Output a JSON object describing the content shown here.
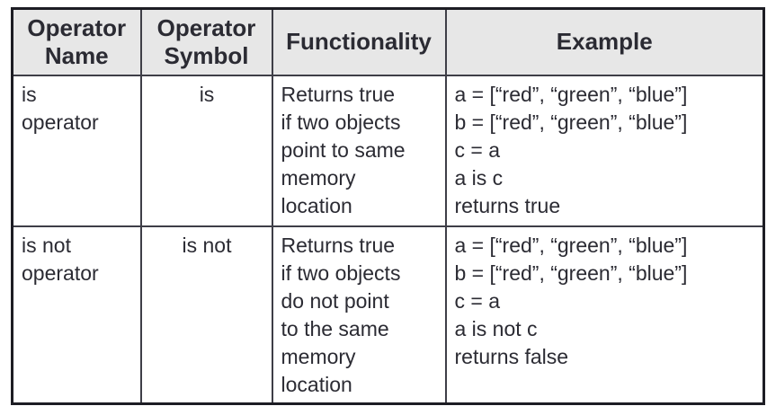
{
  "colors": {
    "header_background": "#e7e7e7",
    "outer_border": "#1d1d24",
    "inner_border": "#3e3e47",
    "text": "#2b2b33",
    "page_background": "#ffffff"
  },
  "table": {
    "headers": [
      "Operator\nName",
      "Operator\nSymbol",
      "Functionality",
      "Example"
    ],
    "rows": [
      {
        "name": "is\noperator",
        "symbol": "is",
        "functionality": "Returns true\nif two objects\npoint to same\nmemory\nlocation",
        "example": "a = [“red”, “green”, “blue”]\nb = [“red”, “green”, “blue”]\nc = a\na is c\nreturns true"
      },
      {
        "name": "is not\noperator",
        "symbol": "is not",
        "functionality": "Returns true\nif two objects\ndo not point\nto the same\nmemory\nlocation",
        "example": "a = [“red”, “green”, “blue”]\nb = [“red”, “green”, “blue”]\nc = a\na is not c\nreturns false"
      }
    ]
  }
}
